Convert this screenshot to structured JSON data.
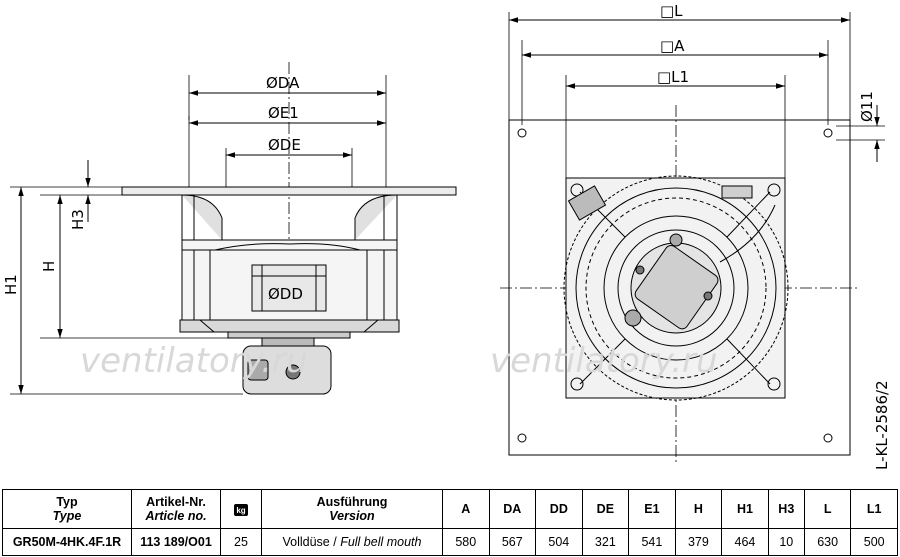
{
  "side_view": {
    "dim_da": "ØDA",
    "dim_e1": "ØE1",
    "dim_de": "ØDE",
    "dim_dd": "ØDD",
    "dim_h1": "H1",
    "dim_h": "H",
    "dim_h3": "H3"
  },
  "top_view": {
    "dim_l": "□L",
    "dim_a": "□A",
    "dim_l1": "□L1",
    "dim_hole": "Ø11",
    "drawing_id": "L-KL-2586/2"
  },
  "watermark": "ventilatory.ru",
  "table": {
    "headers": [
      {
        "de": "Typ",
        "en": "Type"
      },
      {
        "de": "Artikel-Nr.",
        "en": "Article no."
      },
      {
        "icon": "kg"
      },
      {
        "de": "Ausführung",
        "en": "Version"
      },
      {
        "de": "A"
      },
      {
        "de": "DA"
      },
      {
        "de": "DD"
      },
      {
        "de": "DE"
      },
      {
        "de": "E1"
      },
      {
        "de": "H"
      },
      {
        "de": "H1"
      },
      {
        "de": "H3"
      },
      {
        "de": "L"
      },
      {
        "de": "L1"
      }
    ],
    "row": {
      "type": "GR50M-4HK.4F.1R",
      "article": "113 189/O01",
      "kg": "25",
      "version_de": "Volldüse / ",
      "version_en": "Full bell mouth",
      "values": [
        "580",
        "567",
        "504",
        "321",
        "541",
        "379",
        "464",
        "10",
        "630",
        "500"
      ]
    }
  }
}
